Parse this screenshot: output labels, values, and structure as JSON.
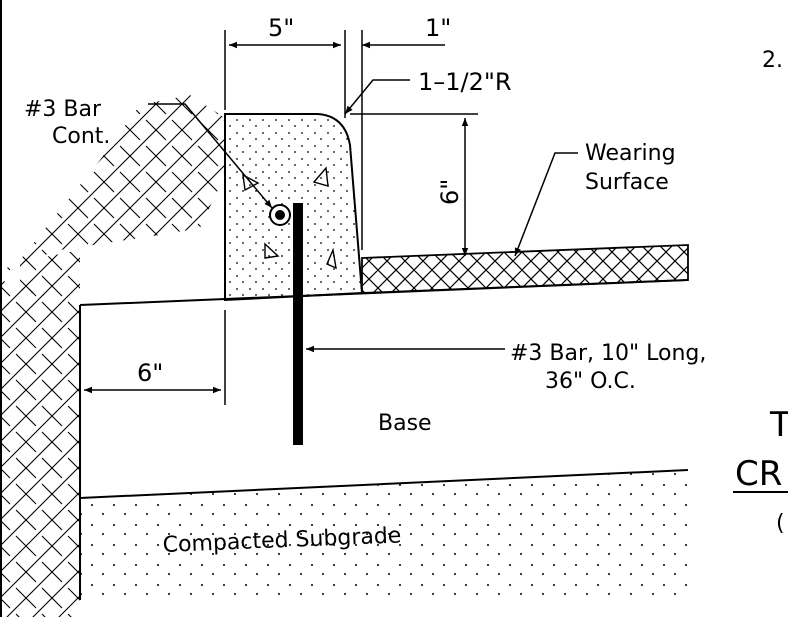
{
  "dimensions": {
    "curb_width": "5\"",
    "gap_width": "1\"",
    "radius": "1–1/2\"R",
    "curb_height": "6\"",
    "base_offset": "6\""
  },
  "labels": {
    "bar_cont_line1": "#3 Bar",
    "bar_cont_line2": "Cont.",
    "wearing_line1": "Wearing",
    "wearing_line2": "Surface",
    "dowel_line1": "#3 Bar, 10\" Long,",
    "dowel_line2": "36\" O.C.",
    "base": "Base",
    "subgrade": "Compacted Subgrade"
  },
  "notes": {
    "note_number": "2.",
    "partial_title_1": "T",
    "partial_title_2": "CR",
    "partial_sub": "("
  },
  "colors": {
    "line": "#000000",
    "background": "#ffffff"
  }
}
